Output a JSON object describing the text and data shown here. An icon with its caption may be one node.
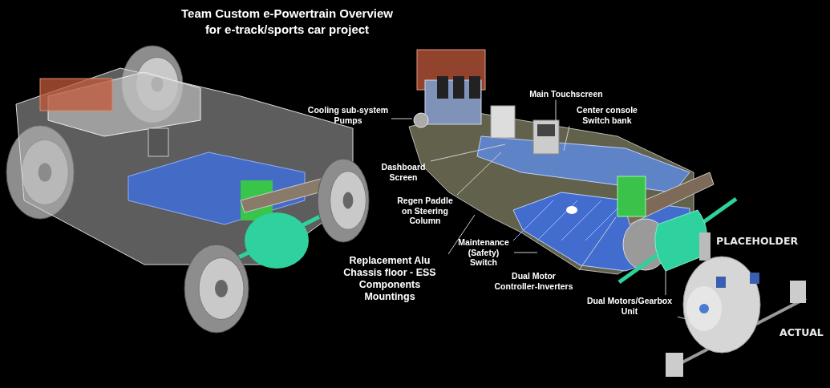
{
  "diagram": {
    "title": "Team Custom e-Powertrain Overview for e-track/sports car project",
    "nodes": [
      {
        "text": [
          "Cooling sub-system Pumps"
        ]
      },
      {
        "text": [
          "Main Touchscreen"
        ]
      },
      {
        "text": [
          "Center console Switch bank"
        ]
      },
      {
        "text": [
          "Dashboard Screen"
        ]
      },
      {
        "text": [
          "Regen Paddle on Steering Column"
        ]
      },
      {
        "text": [
          "Replacement Alu Chassis floor - ESS Components Mountings"
        ]
      },
      {
        "text": [
          "Maintenance (Safety) Switch"
        ]
      },
      {
        "text": [
          "Dual Motor Controller-Inverters"
        ]
      },
      {
        "text": [
          "Dual Motors/Gearbox Unit"
        ]
      },
      {
        "text": [],
        "shape": "box"
      }
    ],
    "edges": [
      {
        "from": 0,
        "to": null,
        "arrow": "none"
      },
      {
        "from": 1,
        "to": null,
        "arrow": "none"
      },
      {
        "from": 2,
        "to": null,
        "arrow": "none"
      },
      {
        "from": 3,
        "to": null,
        "arrow": "none"
      },
      {
        "from": 4,
        "to": null,
        "arrow": "none"
      },
      {
        "from": 5,
        "to": null,
        "arrow": "none"
      },
      {
        "from": 6,
        "to": null,
        "arrow": "none"
      },
      {
        "from": 7,
        "to": 9,
        "arrow": "none"
      },
      {
        "from": 8,
        "to": null,
        "arrow": "none"
      },
      {
        "from": 8,
        "to": null,
        "arrow": "none"
      }
    ],
    "labels": [
      "PLACEHOLDER",
      "ACTUAL"
    ]
  }
}
